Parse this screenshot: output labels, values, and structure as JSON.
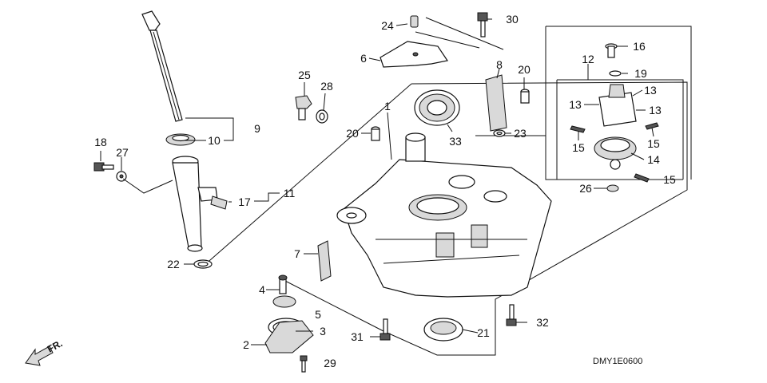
{
  "diagram_code": "DMY1E0600",
  "direction_label": "FR.",
  "callouts": {
    "c1": "1",
    "c2": "2",
    "c3": "3",
    "c4": "4",
    "c5": "5",
    "c6": "6",
    "c7": "7",
    "c8": "8",
    "c9": "9",
    "c10": "10",
    "c11": "11",
    "c12": "12",
    "c13a": "13",
    "c13b": "13",
    "c13c": "13",
    "c14": "14",
    "c15a": "15",
    "c15b": "15",
    "c15c": "15",
    "c16": "16",
    "c17": "17",
    "c18": "18",
    "c19": "19",
    "c20a": "20",
    "c20b": "20",
    "c21": "21",
    "c22": "22",
    "c23": "23",
    "c24": "24",
    "c25": "25",
    "c26": "26",
    "c27": "27",
    "c28": "28",
    "c29": "29",
    "c30": "30",
    "c31": "31",
    "c32": "32",
    "c33": "33"
  }
}
